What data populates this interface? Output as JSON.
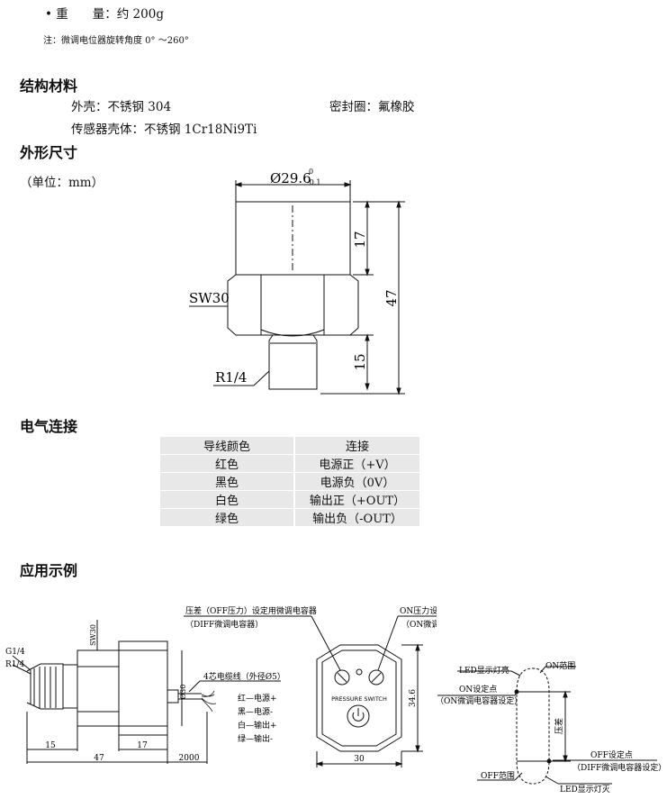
{
  "spec": {
    "weight_bullet": "•",
    "weight_label": "重　　量：",
    "weight_value": "约 200g",
    "note": "注：微调电位器旋转角度 0° ～260°"
  },
  "materials": {
    "heading": "结构材料",
    "shell": "外壳：不锈钢 304",
    "seal": "密封圈：氟橡胶",
    "sensor_shell": "传感器壳体：不锈钢 1Cr18Ni9Ti"
  },
  "dimensions": {
    "heading": "外形尺寸",
    "unit": "（单位：mm）",
    "diameter_label": "Ø29.6",
    "tol_upper": "0",
    "tol_lower": "-0.1",
    "dim_17": "17",
    "dim_47": "47",
    "dim_15": "15",
    "sw30": "SW30",
    "thread": "R1/4"
  },
  "electrical": {
    "heading": "电气连接",
    "headers": [
      "导线颜色",
      "连接"
    ],
    "rows": [
      [
        "红色",
        "电源正（+V）"
      ],
      [
        "黑色",
        "电源负（0V）"
      ],
      [
        "白色",
        "输出正（+OUT）"
      ],
      [
        "绿色",
        "输出负（-OUT）"
      ]
    ]
  },
  "application": {
    "heading": "应用示例",
    "side": {
      "g14": "G1/4",
      "r14": "R1/4",
      "sw30": "SW30",
      "d30": "Ø30",
      "d15": "15",
      "d47": "47",
      "d17": "17",
      "d2000": "2000",
      "cable": "4芯电缆线（外径Ø5）",
      "red": "红—电源+",
      "black": "黑—电源-",
      "white": "白—输出+",
      "green": "绿—输出-"
    },
    "front": {
      "diff_label_1": "压差（OFF压力）设定用微调电容器",
      "diff_label_2": "（DIFF微调电容器）",
      "on_label_1": "ON压力设定用微调电容器",
      "on_label_2": "（ON微调电容器）",
      "switch_text": "PRESSURE SWITCH",
      "d346": "34.6",
      "d30": "30"
    },
    "graph": {
      "led_on": "LED显示灯亮",
      "on_range": "ON范围",
      "on_point_1": "ON设定点",
      "on_point_2": "（ON微调电容器设定）",
      "pressure_diff": "压差",
      "off_point_1": "OFF设定点",
      "off_point_2": "（DIFF微调电容器设定）",
      "off_range": "OFF范围",
      "led_off": "LED显示灯灭"
    }
  }
}
